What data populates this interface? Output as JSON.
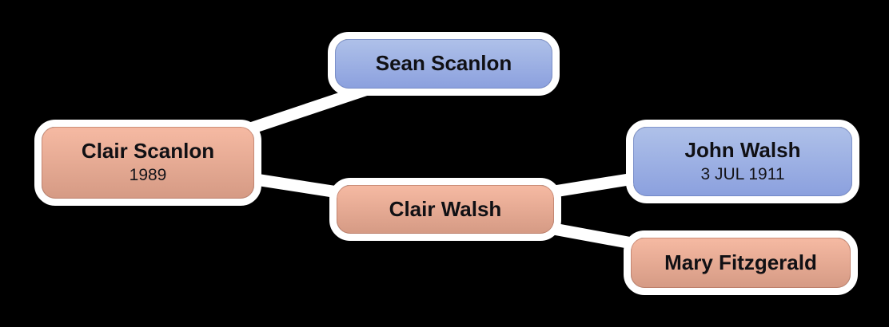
{
  "diagram": {
    "type": "family-tree",
    "background_color": "#000000",
    "connector_color": "#ffffff",
    "node_border_color": "#ffffff",
    "node_colors": {
      "pink": {
        "top": "#F6BAA3",
        "bottom": "#D59A84"
      },
      "blue": {
        "top": "#AFC1E9",
        "bottom": "#8BA0DE"
      }
    },
    "text_color": "#101014"
  },
  "nodes": [
    {
      "id": "clair-scanlon",
      "name": "Clair Scanlon",
      "detail": "1989",
      "variant": "pink"
    },
    {
      "id": "sean-scanlon",
      "name": "Sean Scanlon",
      "detail": "",
      "variant": "blue"
    },
    {
      "id": "clair-walsh",
      "name": "Clair Walsh",
      "detail": "",
      "variant": "pink"
    },
    {
      "id": "john-walsh",
      "name": "John Walsh",
      "detail": "3 JUL 1911",
      "variant": "blue"
    },
    {
      "id": "mary-fitzgerald",
      "name": "Mary Fitzgerald",
      "detail": "",
      "variant": "pink"
    }
  ],
  "edges": [
    {
      "from": "clair-scanlon",
      "to": "sean-scanlon"
    },
    {
      "from": "clair-scanlon",
      "to": "clair-walsh"
    },
    {
      "from": "clair-walsh",
      "to": "john-walsh"
    },
    {
      "from": "clair-walsh",
      "to": "mary-fitzgerald"
    }
  ]
}
